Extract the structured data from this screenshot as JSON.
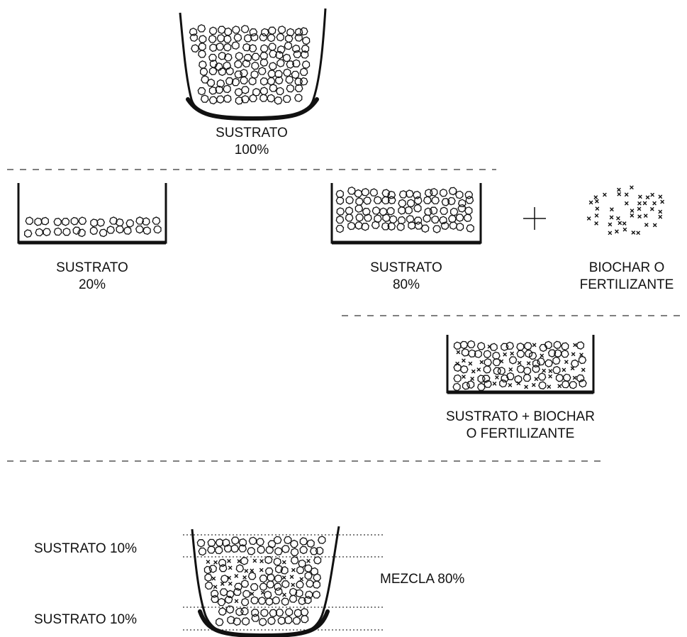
{
  "labels": {
    "top_line1": "SUSTRATO",
    "top_line2": "100%",
    "left_line1": "SUSTRATO",
    "left_line2": "20%",
    "mid_line1": "SUSTRATO",
    "mid_line2": "80%",
    "biochar_line1": "BIOCHAR O",
    "biochar_line2": "FERTILIZANTE",
    "mix_line1": "SUSTRATO + BIOCHAR",
    "mix_line2": "O FERTILIZANTE",
    "layer_top": "SUSTRATO 10%",
    "layer_bottom": "SUSTRATO 10%",
    "layer_mix": "MEZCLA 80%"
  },
  "plus_symbol": "+",
  "colors": {
    "ink": "#111111",
    "background": "#ffffff"
  }
}
